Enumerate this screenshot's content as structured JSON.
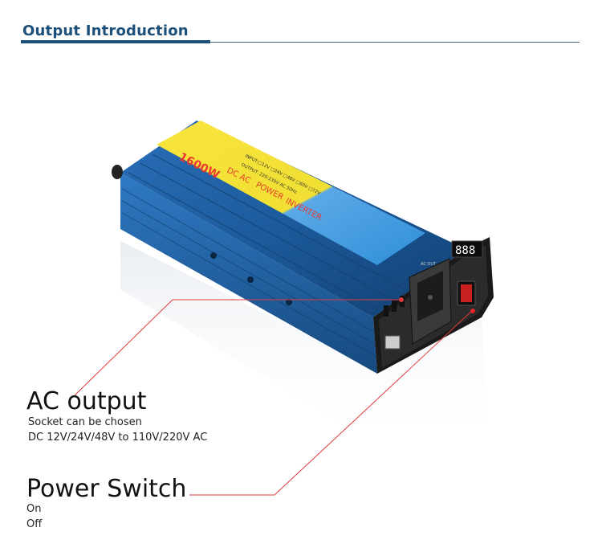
{
  "header": {
    "title": "Output Introduction"
  },
  "product": {
    "label_wattage": "1600W",
    "label_input": "INPUT:□12V □24V □48V □60V □72V",
    "label_output": "OUTPUT: 220-230V  AC 50Hz",
    "label_name_1": "DC AC",
    "label_name_2": "POWER",
    "label_name_3": "INVERTER",
    "label_ac_socket": "AC OUT",
    "display_value": "888",
    "colors": {
      "body": "#1e5a9e",
      "label_yellow": "#f5e23a",
      "label_blue": "#2f8fd8",
      "callout_line": "#e0393e"
    }
  },
  "callouts": {
    "ac_output": {
      "title": "AC output",
      "line1": "Socket can be chosen",
      "line2": "DC 12V/24V/48V to 110V/220V AC"
    },
    "power_switch": {
      "title": "Power Switch",
      "line1": "On",
      "line2": "Off"
    }
  }
}
